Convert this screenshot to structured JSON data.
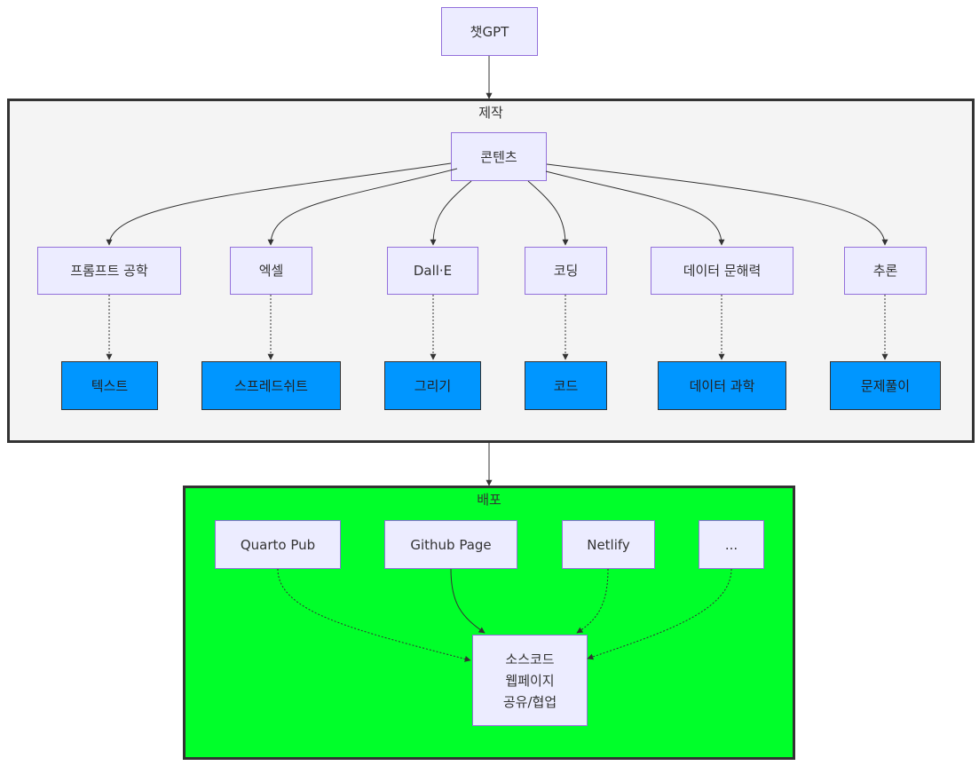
{
  "top": {
    "label": "챗GPT"
  },
  "production": {
    "title": "제작",
    "hub": "콘텐츠",
    "tools": [
      {
        "label": "프롬프트 공학",
        "output": "텍스트"
      },
      {
        "label": "엑셀",
        "output": "스프레드쉬트"
      },
      {
        "label": "Dall·E",
        "output": "그리기"
      },
      {
        "label": "코딩",
        "output": "코드"
      },
      {
        "label": "데이터 문해력",
        "output": "데이터 과학"
      },
      {
        "label": "추론",
        "output": "문제풀이"
      }
    ]
  },
  "deploy": {
    "title": "배포",
    "platforms": [
      "Quarto Pub",
      "Github Page",
      "Netlify",
      "..."
    ],
    "target_lines": [
      "소스코드",
      "웹페이지",
      "공유/협업"
    ]
  },
  "colors": {
    "node_fill": "#ececff",
    "node_border": "#9370db",
    "output_fill": "#0096ff",
    "production_bg": "#f4f4f4",
    "deploy_bg": "#00ff2a"
  }
}
